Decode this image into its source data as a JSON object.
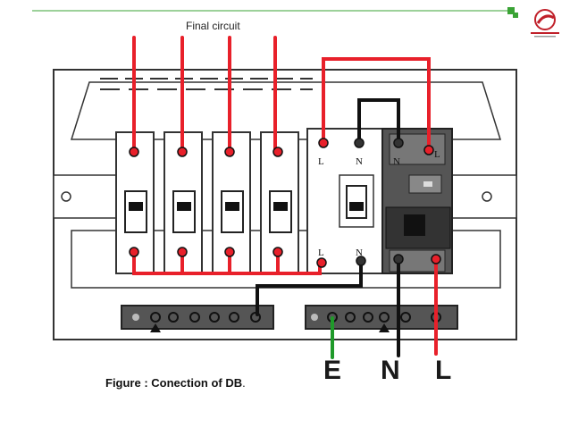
{
  "diagram": {
    "title": "Final circuit",
    "caption": "Figure : Conection of DB",
    "caption_period": ".",
    "terminal_labels": [
      "L",
      "N"
    ],
    "rcd_labels": [
      "N",
      "L"
    ],
    "wire_labels": {
      "earth": "E",
      "neutral": "N",
      "line": "L"
    }
  },
  "colors": {
    "line_wire": "#e8202a",
    "neutral_wire": "#111111",
    "earth_wire": "#1f9a2a",
    "header_green": "#3aa335"
  }
}
